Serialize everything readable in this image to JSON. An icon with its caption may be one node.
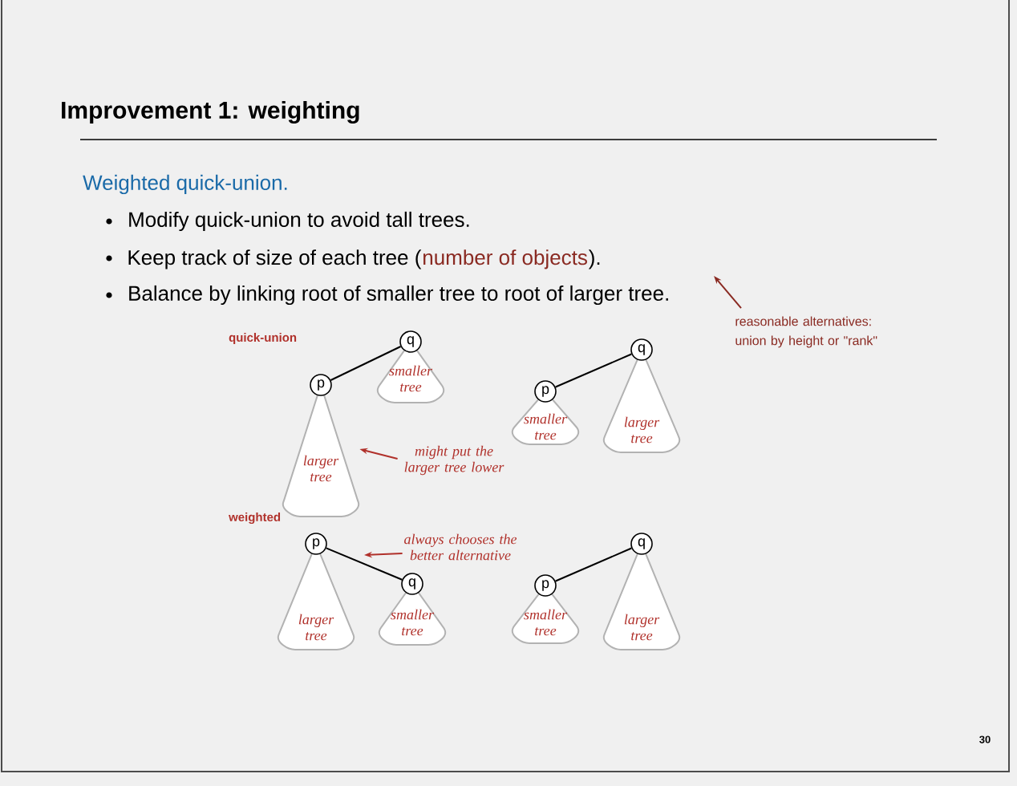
{
  "diagram": {
    "title": "Improvement 1:  weighting",
    "nodes": [
      {
        "text": [
          "smaller tree"
        ]
      },
      {
        "text": [
          "q"
        ]
      },
      {
        "text": [
          "larger tree"
        ]
      },
      {
        "text": [
          "p"
        ]
      },
      {
        "text": [
          "might put the larger tree lower"
        ]
      },
      {
        "text": [
          "smaller tree"
        ]
      },
      {
        "text": [
          "p"
        ]
      },
      {
        "text": [
          "larger tree"
        ]
      },
      {
        "text": [
          "q"
        ]
      },
      {
        "text": [
          "larger tree"
        ]
      },
      {
        "text": [
          "p"
        ]
      },
      {
        "text": [
          "always chooses the better alternative"
        ]
      },
      {
        "text": [
          "smaller tree"
        ]
      },
      {
        "text": [
          "q"
        ]
      },
      {
        "text": [
          "smaller tree"
        ]
      },
      {
        "text": [
          "p"
        ]
      },
      {
        "text": [
          "larger tree"
        ]
      },
      {
        "text": [
          "q"
        ]
      },
      {
        "text": [
          "reasonable alternatives: union by height or \"rank\""
        ]
      }
    ],
    "edges": [
      {
        "from": 3,
        "to": 1,
        "arrow": "none"
      },
      {
        "from": 6,
        "to": 8,
        "arrow": "none"
      },
      {
        "from": 10,
        "to": 13,
        "arrow": "none"
      },
      {
        "from": 15,
        "to": 17,
        "arrow": "none"
      },
      {
        "from": 4,
        "to": 2,
        "arrow": "to",
        "color": "#b0302a"
      },
      {
        "from": 11,
        "to": null,
        "arrow": "to",
        "color": "#b0302a"
      },
      {
        "from": 18,
        "to": null,
        "arrow": "to",
        "color": "#8a2a22"
      }
    ],
    "labels": [
      "Weighted quick-union.",
      "Modify quick-union to avoid tall trees.",
      "Keep track of size of each tree (",
      "number of objects",
      ").",
      "Balance by linking root of smaller tree to root of larger tree.",
      "quick-union",
      "weighted",
      "30"
    ]
  }
}
